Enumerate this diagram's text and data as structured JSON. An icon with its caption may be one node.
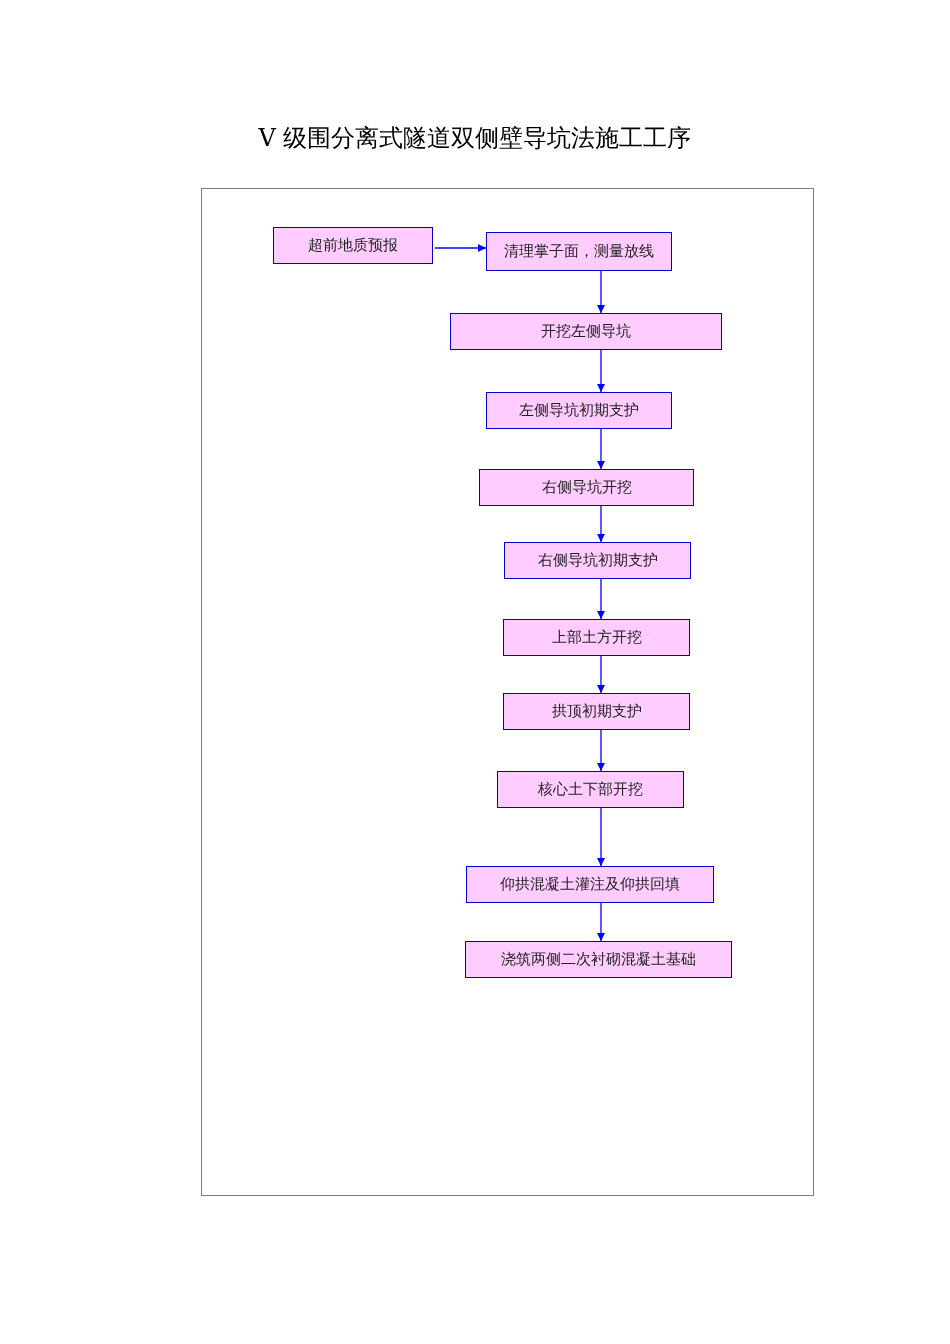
{
  "diagram": {
    "title": "V 级围分离式隧道双侧壁导坑法施工工序",
    "nodes": [
      {
        "text": [
          "超前地质预报"
        ]
      },
      {
        "text": [
          "清理掌子面，测量放线"
        ]
      },
      {
        "text": [
          "开挖左侧导坑"
        ]
      },
      {
        "text": [
          "左侧导坑初期支护"
        ]
      },
      {
        "text": [
          "右侧导坑开挖"
        ]
      },
      {
        "text": [
          "右侧导坑初期支护"
        ]
      },
      {
        "text": [
          "上部土方开挖"
        ]
      },
      {
        "text": [
          "拱顶初期支护"
        ]
      },
      {
        "text": [
          "核心土下部开挖"
        ]
      },
      {
        "text": [
          "仰拱混凝土灌注及仰拱回填"
        ]
      },
      {
        "text": [
          "浇筑两侧二次衬砌混凝土基础"
        ]
      }
    ],
    "edges": [
      {
        "from": 0,
        "to": 1,
        "arrow": "to"
      },
      {
        "from": 1,
        "to": 2,
        "arrow": "to"
      },
      {
        "from": 2,
        "to": 3,
        "arrow": "to"
      },
      {
        "from": 3,
        "to": 4,
        "arrow": "to"
      },
      {
        "from": 4,
        "to": 5,
        "arrow": "to"
      },
      {
        "from": 5,
        "to": 6,
        "arrow": "to"
      },
      {
        "from": 6,
        "to": 7,
        "arrow": "to"
      },
      {
        "from": 7,
        "to": 8,
        "arrow": "to"
      },
      {
        "from": 8,
        "to": 9,
        "arrow": "to"
      },
      {
        "from": 9,
        "to": 10,
        "arrow": "to"
      }
    ]
  }
}
